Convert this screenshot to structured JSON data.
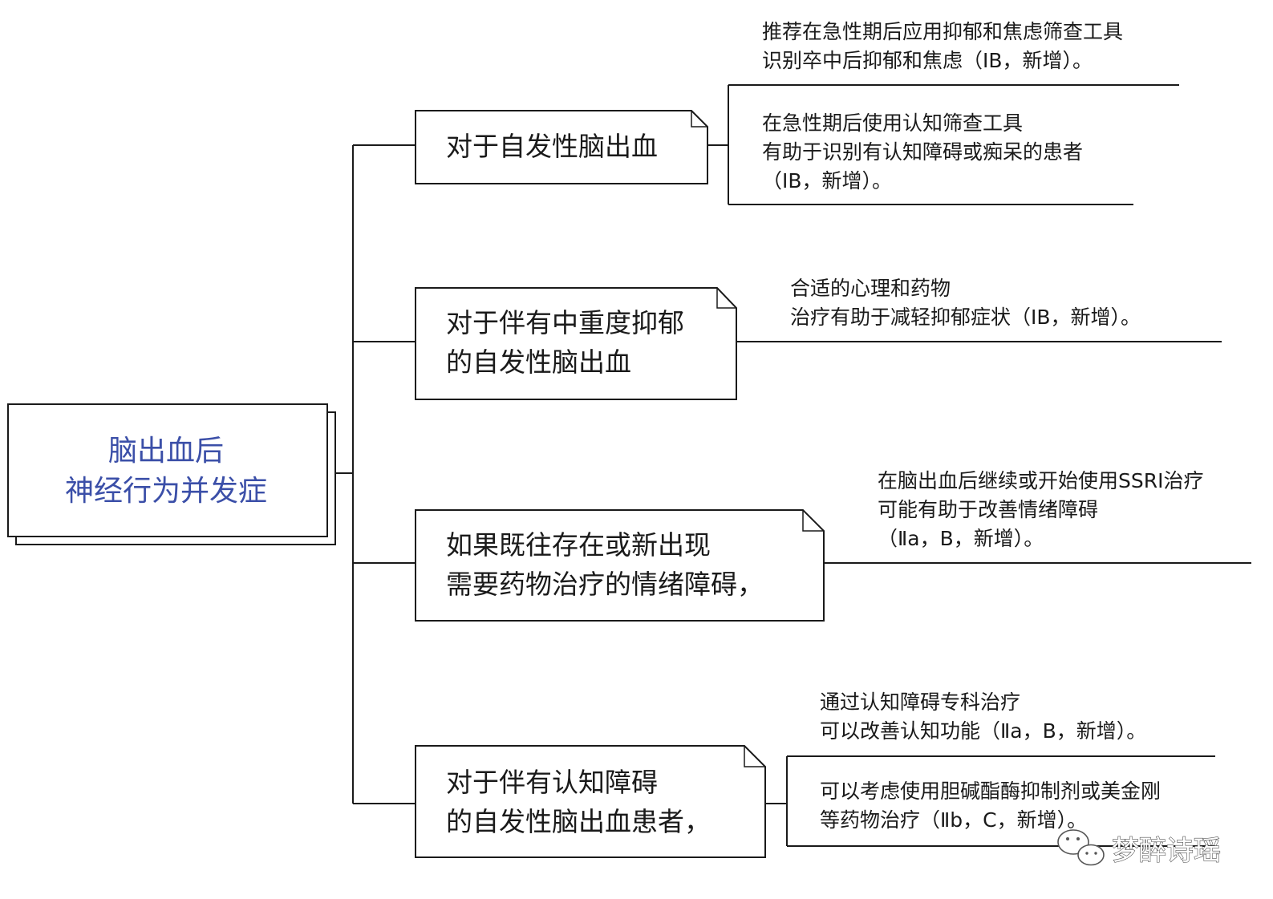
{
  "root": {
    "lines": [
      "脑出血后",
      "神经行为并发症"
    ]
  },
  "branches": [
    {
      "lines": [
        "对于自发性脑出血"
      ],
      "leaves": [
        {
          "lines": [
            "推荐在急性期后应用抑郁和焦虑筛查工具",
            "识别卒中后抑郁和焦虑（ⅠB，新增）。"
          ]
        },
        {
          "lines": [
            "在急性期后使用认知筛查工具",
            "有助于识别有认知障碍或痴呆的患者",
            "（ⅠB，新增）。"
          ]
        }
      ]
    },
    {
      "lines": [
        "对于伴有中重度抑郁",
        "的自发性脑出血"
      ],
      "leaves": [
        {
          "lines": [
            "合适的心理和药物",
            "治疗有助于减轻抑郁症状（ⅠB，新增）。"
          ]
        }
      ]
    },
    {
      "lines": [
        "如果既往存在或新出现",
        "需要药物治疗的情绪障碍，"
      ],
      "leaves": [
        {
          "lines": [
            "在脑出血后继续或开始使用SSRI治疗",
            "可能有助于改善情绪障碍",
            "（Ⅱa，B，新增）。"
          ]
        }
      ]
    },
    {
      "lines": [
        "对于伴有认知障碍",
        "的自发性脑出血患者，"
      ],
      "leaves": [
        {
          "lines": [
            "通过认知障碍专科治疗",
            "可以改善认知功能（Ⅱa，B，新增）。"
          ]
        },
        {
          "lines": [
            "可以考虑使用胆碱酯酶抑制剂或美金刚",
            "等药物治疗（Ⅱb，C，新增）。"
          ]
        }
      ]
    }
  ],
  "watermark": {
    "text": "梦醉诗瑶",
    "icon": "wechat-icon"
  },
  "colors": {
    "root_text": "#3b4fa8",
    "line": "#1a1a1a"
  }
}
